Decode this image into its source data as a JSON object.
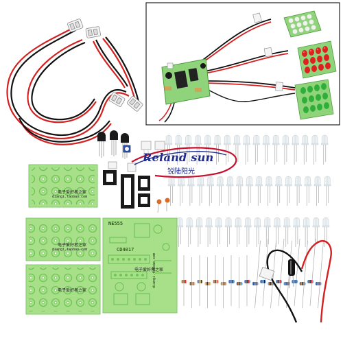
{
  "brand": {
    "name": "Reland sun",
    "name_cn": "锐陆阳光",
    "accent_blue": "#1f2a8c",
    "accent_red": "#c8102e"
  },
  "board_labels": {
    "ne555": "NE555",
    "cd4017": "CD4017",
    "shop_cn": "电子爱好者之家",
    "shop_url": "diangi.taobao.com"
  },
  "colors": {
    "pcb_green": "#a8e08a",
    "pcb_trace": "#6fc458",
    "wire_red": "#d42020",
    "wire_black": "#111111",
    "led_red": "#e02020",
    "led_green": "#2fae3a",
    "led_clear": "#e8eef2",
    "connector_white": "#f4f4f4"
  }
}
